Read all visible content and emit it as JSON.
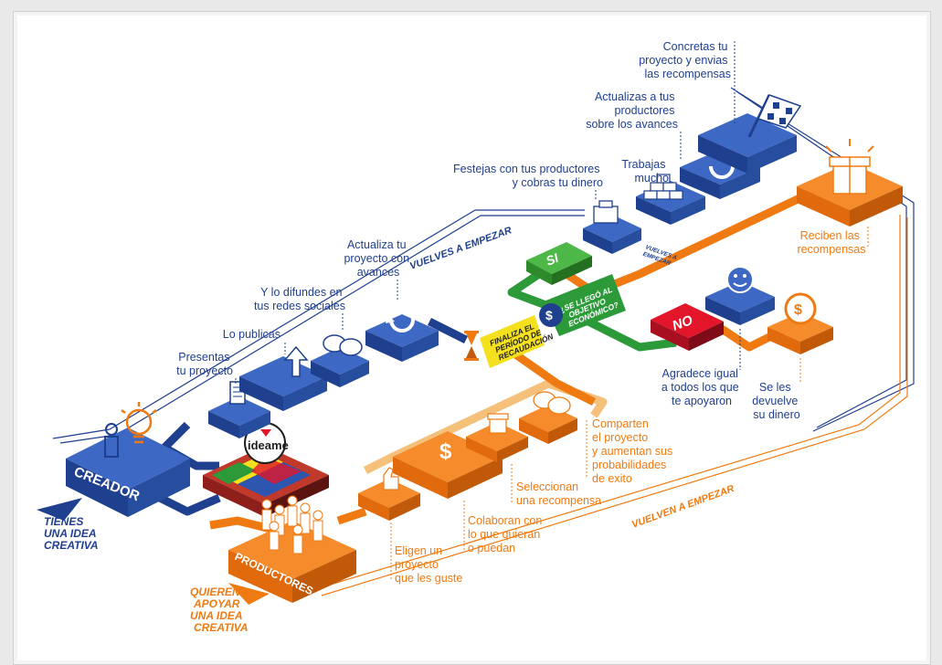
{
  "colors": {
    "navy": "#1f3f8f",
    "blue": "#2d56b0",
    "orange": "#f07a12",
    "green": "#2d9a3a",
    "red": "#e2152b",
    "yellow": "#f5e01f"
  },
  "roles": {
    "creator": "CREADOR",
    "creator_caption": [
      "TIENES",
      "UNA IDEA",
      "CREATIVA"
    ],
    "producers": "PRODUCTORES",
    "producers_caption": [
      "QUIEREN",
      "APOYAR",
      "UNA IDEA",
      "CREATIVA"
    ],
    "logo": "ideame"
  },
  "creator_steps": {
    "presentas": [
      "Presentas",
      "tu proyecto"
    ],
    "publicas": [
      "Lo publicas"
    ],
    "difundes": [
      "Y lo difundes en",
      "tus redes sociales"
    ],
    "actualiza": [
      "Actualiza tu",
      "proyecto con",
      "avances"
    ]
  },
  "producer_steps": {
    "eligen": [
      "Eligen un",
      "proyecto",
      "que les guste"
    ],
    "colaboran": [
      "Colaboran con",
      "lo que quieran",
      "o puedan"
    ],
    "seleccionan": [
      "Seleccionan",
      "una recompensa"
    ],
    "comparten": [
      "Comparten",
      "el proyecto",
      "y aumentan sus",
      "probabilidades",
      "de exito"
    ]
  },
  "decision": {
    "finaliza": [
      "FINALIZA EL",
      "PERÍODO DE",
      "RECAUDACIÓN"
    ],
    "question": [
      "¿SE LLEGÓ AL",
      "OBJETIVO",
      "ECONÓMICO?"
    ],
    "yes": "SI",
    "no": "NO"
  },
  "yes_path": {
    "festejas": [
      "Festejas con tus productores",
      "y cobras tu dinero"
    ],
    "trabajas": [
      "Trabajas",
      "mucho"
    ],
    "actualizas": [
      "Actualizas a tus",
      "productores",
      "sobre los avances"
    ],
    "concretas": [
      "Concretas tu",
      "proyecto y envias",
      "las recompensas"
    ],
    "reciben": [
      "Reciben las",
      "recompensas"
    ]
  },
  "no_path": {
    "agradece": [
      "Agradece igual",
      "a todos los que",
      "te apoyaron"
    ],
    "devuelve": [
      "Se les",
      "devuelve",
      "su dinero"
    ]
  },
  "loops": {
    "vuelves": "VUELVES A EMPEZAR",
    "vuelven": "VUELVEN A EMPEZAR",
    "vuelves_small": [
      "VUELVES A",
      "EMPEZAR"
    ]
  }
}
